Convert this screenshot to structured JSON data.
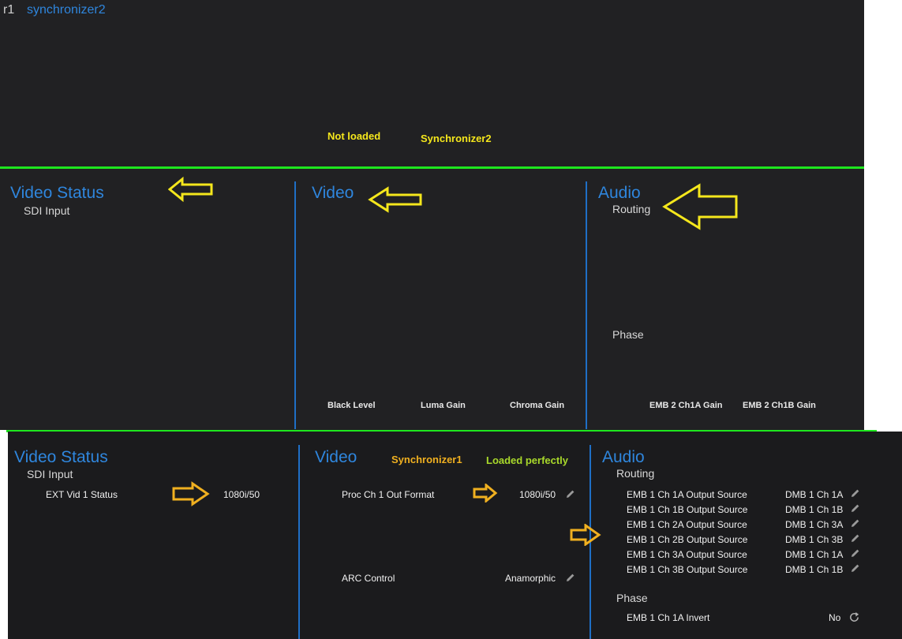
{
  "top_panel": {
    "prefix": "r1",
    "title": "synchronizer2",
    "not_loaded": "Not loaded",
    "device_name": "Synchronizer2"
  },
  "middle_panel": {
    "video_status": {
      "title": "Video Status",
      "sub": "SDI Input"
    },
    "video": {
      "title": "Video",
      "black_level": "Black Level",
      "luma_gain": "Luma Gain",
      "chroma_gain": "Chroma Gain"
    },
    "audio": {
      "title": "Audio",
      "routing": "Routing",
      "phase": "Phase",
      "gain_a": "EMB 2 Ch1A Gain",
      "gain_b": "EMB 2 Ch1B Gain"
    }
  },
  "bottom_panel": {
    "video_status": {
      "title": "Video Status",
      "sub": "SDI Input",
      "ext_label": "EXT Vid 1 Status",
      "ext_value": "1080i/50"
    },
    "video": {
      "title": "Video",
      "device_name": "Synchronizer1",
      "loaded": "Loaded perfectly",
      "proc_label": "Proc Ch 1 Out Format",
      "proc_value": "1080i/50",
      "arc_label": "ARC Control",
      "arc_value": "Anamorphic"
    },
    "audio": {
      "title": "Audio",
      "routing": "Routing",
      "routes": [
        {
          "label": "EMB 1 Ch 1A Output Source",
          "value": "DMB 1 Ch 1A"
        },
        {
          "label": "EMB 1 Ch 1B Output Source",
          "value": "DMB 1 Ch 1B"
        },
        {
          "label": "EMB 1 Ch 2A Output Source",
          "value": "DMB 1 Ch 3A"
        },
        {
          "label": "EMB 1 Ch 2B Output Source",
          "value": "DMB 1 Ch 3B"
        },
        {
          "label": "EMB 1 Ch 3A Output Source",
          "value": "DMB 1 Ch 1A"
        },
        {
          "label": "EMB 1 Ch 3B Output Source",
          "value": "DMB 1 Ch 1B"
        }
      ],
      "phase": "Phase",
      "invert_label": "EMB 1 Ch 1A Invert",
      "invert_value": "No"
    }
  },
  "colors": {
    "background": "#212123",
    "accent_blue": "#2f86dd",
    "separator_green": "#1ee61e",
    "annotation_yellow": "#f5e71c",
    "annotation_orange": "#f0b020",
    "annotation_lime": "#a9d92b"
  },
  "icons": [
    "left-arrow-annotation-icon",
    "right-arrow-annotation-icon",
    "pencil-icon",
    "refresh-icon"
  ]
}
